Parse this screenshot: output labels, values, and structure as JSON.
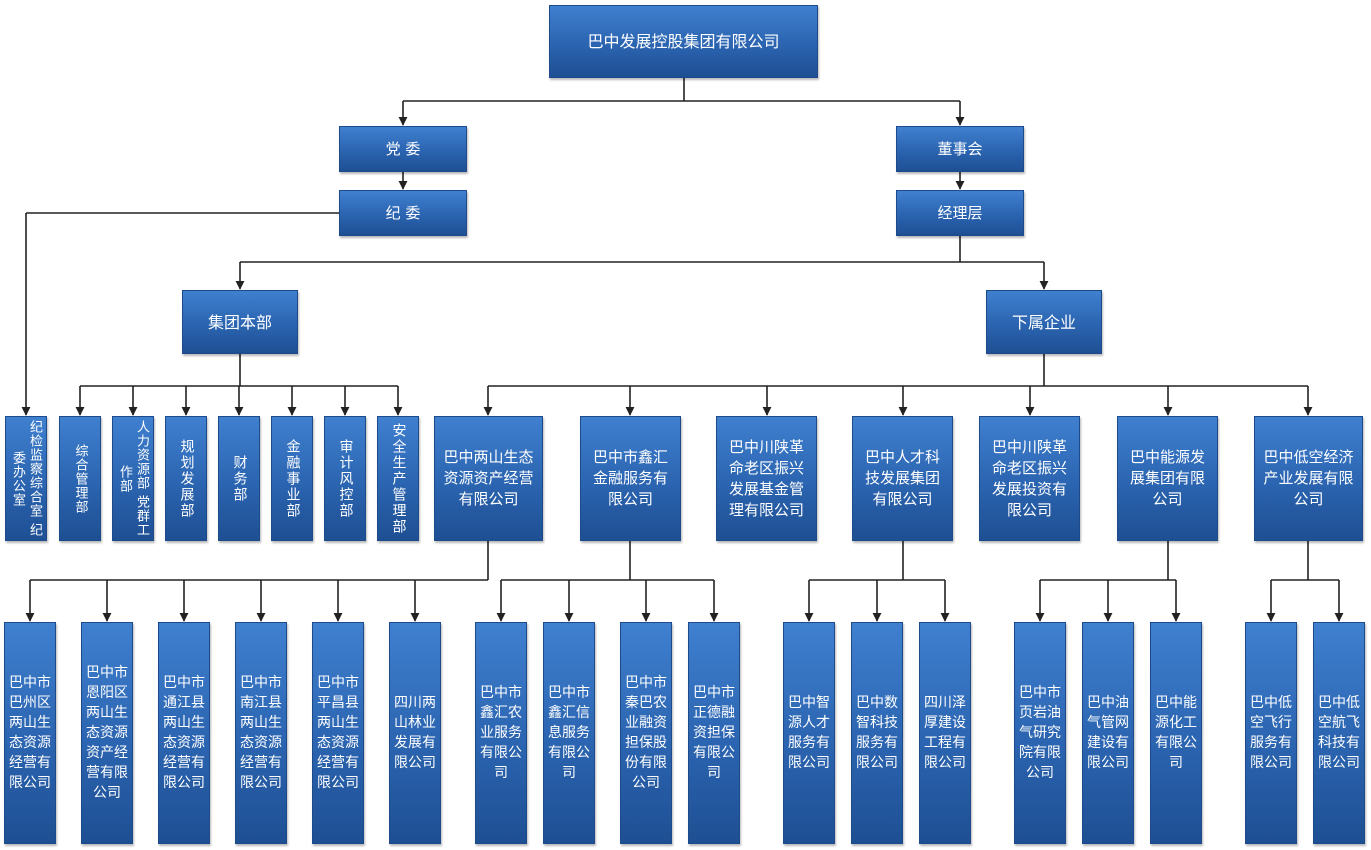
{
  "root": "巴中发展控股集团有限公司",
  "party_committee": "党 委",
  "discipline_committee": "纪 委",
  "board": "董事会",
  "management": "经理层",
  "hq": "集团本部",
  "subsidiaries": "下属企业",
  "hq_departments": [
    "纪检监察综合室 纪委办公室",
    "综合管理部",
    "人力资源部 党群工作部",
    "规划发展部",
    "财务部",
    "金融事业部",
    "审计风控部",
    "安全生产管理部"
  ],
  "enterprises": [
    "巴中两山生态资源资产经营有限公司",
    "巴中市鑫汇金融服务有限公司",
    "巴中川陕革命老区振兴发展基金管理有限公司",
    "巴中人才科技发展集团有限公司",
    "巴中川陕革命老区振兴发展投资有限公司",
    "巴中能源发展集团有限公司",
    "巴中低空经济产业发展有限公司"
  ],
  "sub_liangshan": [
    "巴中市巴州区两山生态资源经营有限公司",
    "巴中市恩阳区两山生态资源资产经营有限公司",
    "巴中市通江县两山生态资源经营有限公司",
    "巴中市南江县两山生态资源经营有限公司",
    "巴中市平昌县两山生态资源经营有限公司",
    "四川两山林业发展有限公司"
  ],
  "sub_xinhui": [
    "巴中市鑫汇农业服务有限公司",
    "巴中市鑫汇信息服务有限公司",
    "巴中市秦巴农业融资担保股份有限公司",
    "巴中市正德融资担保有限公司"
  ],
  "sub_talent": [
    "巴中智源人才服务有限公司",
    "巴中数智科技服务有限公司",
    "四川泽厚建设工程有限公司"
  ],
  "sub_energy": [
    "巴中市页岩油气研究院有限公司",
    "巴中油气管网建设有限公司",
    "巴中能源化工有限公司"
  ],
  "sub_lowalt": [
    "巴中低空飞行服务有限公司",
    "巴中低空航飞科技有限公司"
  ]
}
